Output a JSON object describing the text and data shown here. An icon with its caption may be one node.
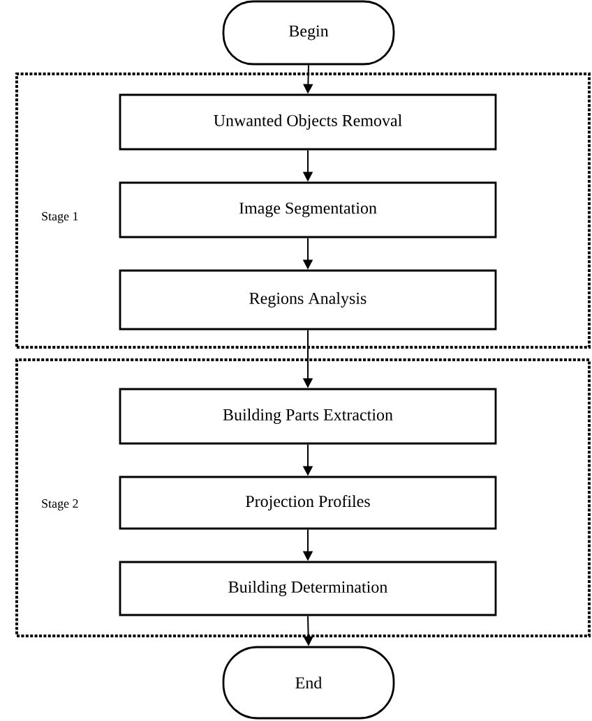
{
  "diagram": {
    "nodes": [
      {
        "text": [
          "Begin"
        ]
      },
      {
        "text": [
          "Stage 1"
        ]
      },
      {
        "text": [
          "Unwanted Objects Removal"
        ],
        "in": 1
      },
      {
        "text": [
          "Image Segmentation"
        ],
        "in": 1
      },
      {
        "text": [
          "Regions Analysis"
        ],
        "in": 1
      },
      {
        "text": [
          "Stage 2"
        ]
      },
      {
        "text": [
          "Building Parts Extraction"
        ],
        "in": 5
      },
      {
        "text": [
          "Projection Profiles"
        ],
        "in": 5
      },
      {
        "text": [
          "Building Determination"
        ],
        "in": 5
      },
      {
        "text": [
          "End"
        ]
      }
    ],
    "edges": [
      {
        "from": 0,
        "to": 2,
        "arrow": "to"
      },
      {
        "from": 2,
        "to": 3,
        "arrow": "to"
      },
      {
        "from": 3,
        "to": 4,
        "arrow": "to"
      },
      {
        "from": 4,
        "to": 6,
        "arrow": "to"
      },
      {
        "from": 6,
        "to": 7,
        "arrow": "to"
      },
      {
        "from": 7,
        "to": 8,
        "arrow": "to"
      },
      {
        "from": 8,
        "to": 9,
        "arrow": "to"
      }
    ]
  }
}
